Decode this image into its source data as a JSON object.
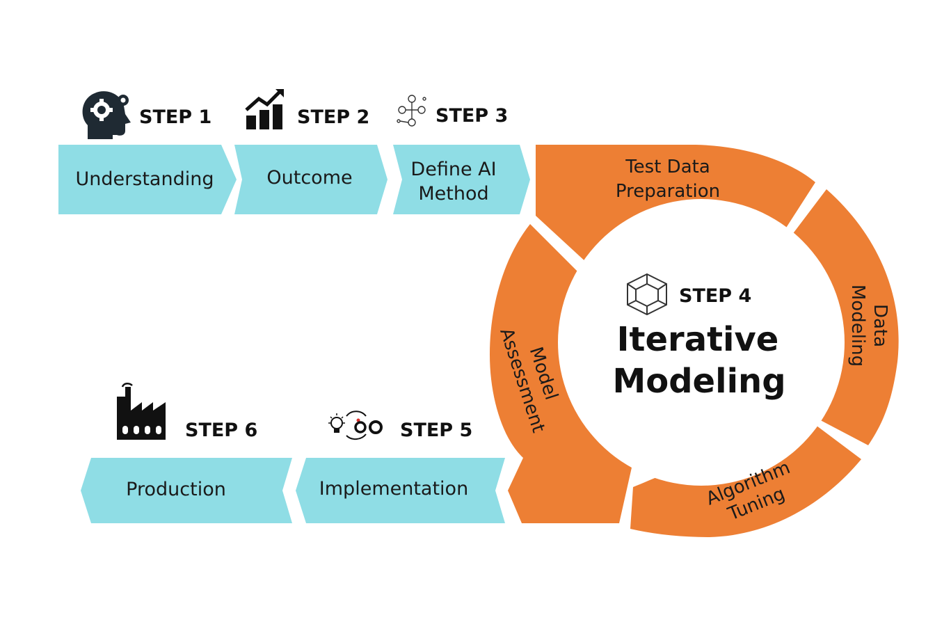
{
  "colors": {
    "arrow_fill": "#8FDDE5",
    "cycle_fill": "#ED7F34",
    "center_fill": "#FFFFFF",
    "text": "#1A1A1A"
  },
  "steps": [
    {
      "id": "step1",
      "label": "STEP 1",
      "icon": "head-gears-icon",
      "arrow_text": [
        "Understanding"
      ]
    },
    {
      "id": "step2",
      "label": "STEP 2",
      "icon": "growth-chart-icon",
      "arrow_text": [
        "Outcome"
      ]
    },
    {
      "id": "step3",
      "label": "STEP 3",
      "icon": "process-flow-icon",
      "arrow_text": [
        "Define AI",
        "Method"
      ]
    },
    {
      "id": "step5",
      "label": "STEP 5",
      "icon": "idea-gears-icon",
      "arrow_text": [
        "Implementation"
      ]
    },
    {
      "id": "step6",
      "label": "STEP 6",
      "icon": "factory-icon",
      "arrow_text": [
        "Production"
      ]
    }
  ],
  "cycle": {
    "step_label": "STEP 4",
    "icon": "cube-icon",
    "title_lines": [
      "Iterative",
      "Modeling"
    ],
    "segments": [
      {
        "id": "test-data-preparation",
        "lines": [
          "Test Data",
          "Preparation"
        ]
      },
      {
        "id": "data-modeling",
        "lines": [
          "Data",
          "Modeling"
        ]
      },
      {
        "id": "algorithm-tuning",
        "lines": [
          "Algorithm",
          "Tuning"
        ]
      },
      {
        "id": "model-assessment",
        "lines": [
          "Model",
          "Assessment"
        ]
      }
    ]
  }
}
